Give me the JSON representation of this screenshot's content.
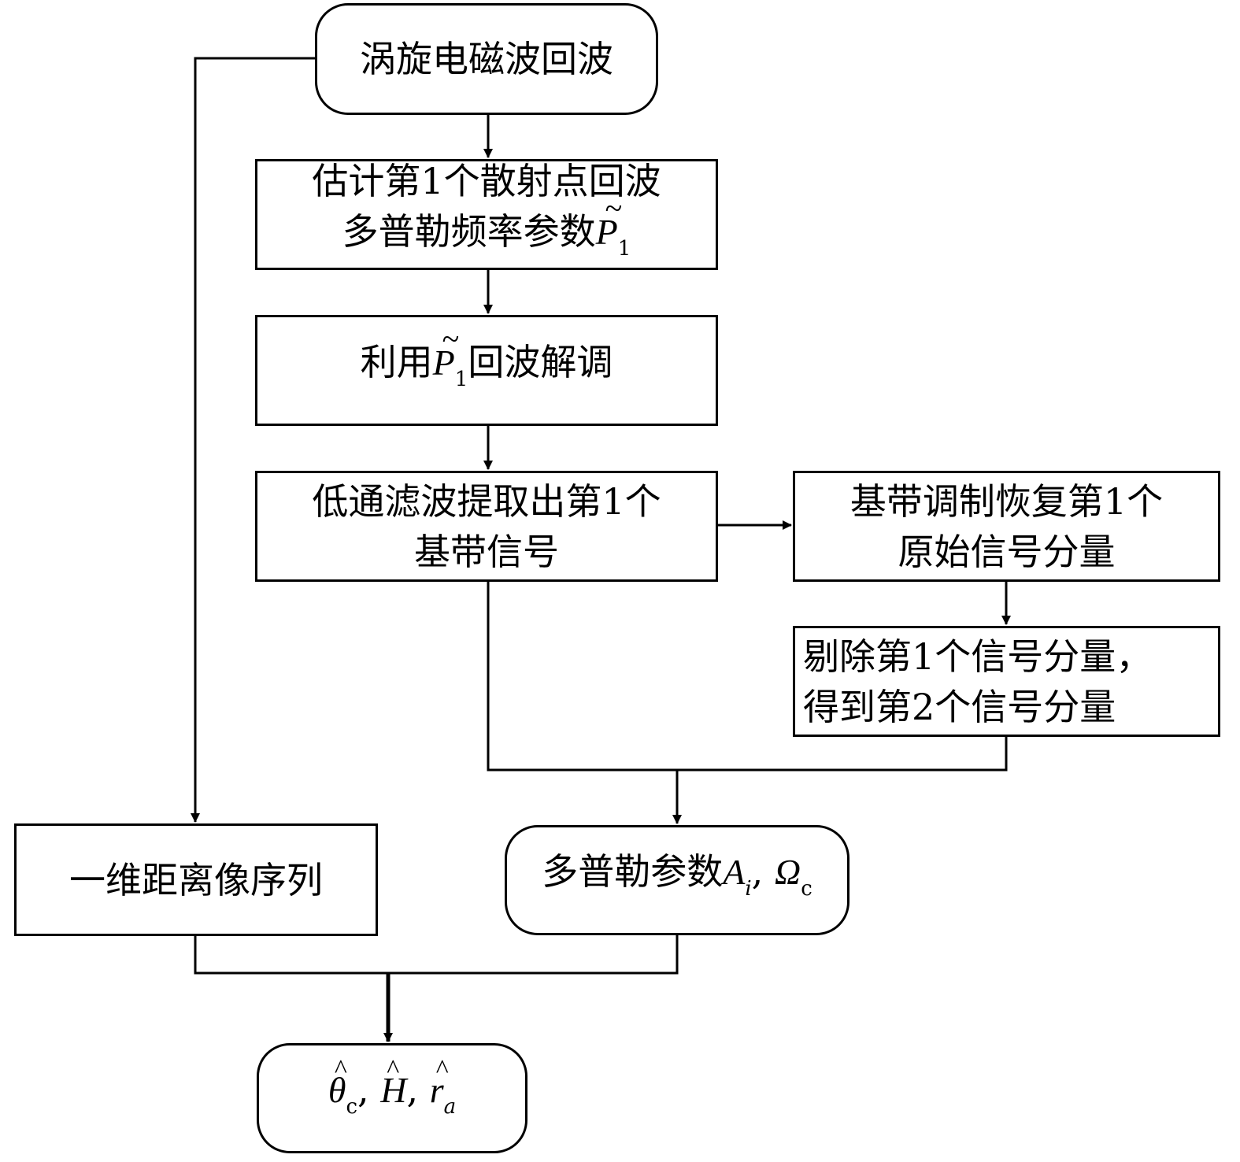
{
  "diagram": {
    "type": "flowchart",
    "nodes": {
      "start": {
        "text": "涡旋电磁波回波",
        "shape": "rounded"
      },
      "estimate": {
        "line1": "估计第1个散射点回波",
        "line2_prefix": "多普勒频率参数",
        "symbol": "P",
        "subscript": "1",
        "accent": "tilde",
        "shape": "rect"
      },
      "demod": {
        "prefix": "利用",
        "symbol": "P",
        "subscript": "1",
        "accent": "tilde",
        "suffix": "回波解调",
        "shape": "rect"
      },
      "lowpass": {
        "line1": "低通滤波提取出第1个",
        "line2": "基带信号",
        "shape": "rect"
      },
      "baseband": {
        "line1": "基带调制恢复第1个",
        "line2": "原始信号分量",
        "shape": "rect"
      },
      "remove": {
        "line1": "剔除第1个信号分量，",
        "line2": "得到第2个信号分量",
        "shape": "rect"
      },
      "range_profile": {
        "text": "一维距离像序列",
        "shape": "rect"
      },
      "doppler_params": {
        "prefix": "多普勒参数",
        "sym1": "A",
        "sub1": "i",
        "sep": ", ",
        "sym2": "Ω",
        "sub2": "c",
        "shape": "rounded"
      },
      "result": {
        "sym1": "θ",
        "sub1": "c",
        "sep1": ", ",
        "sym2": "H",
        "sep2": ", ",
        "sym3": "r",
        "sub3": "a",
        "accent": "hat",
        "shape": "rounded"
      }
    },
    "edges": [
      {
        "from": "start",
        "to": "estimate"
      },
      {
        "from": "estimate",
        "to": "demod"
      },
      {
        "from": "demod",
        "to": "lowpass"
      },
      {
        "from": "lowpass",
        "to": "baseband"
      },
      {
        "from": "baseband",
        "to": "remove"
      },
      {
        "from": "lowpass",
        "to": "doppler_params",
        "merge_with": "remove"
      },
      {
        "from": "remove",
        "to": "doppler_params",
        "merge_with": "lowpass"
      },
      {
        "from": "start",
        "to": "range_profile"
      },
      {
        "from": "range_profile",
        "to": "result",
        "merge_with": "doppler_params"
      },
      {
        "from": "doppler_params",
        "to": "result",
        "merge_with": "range_profile"
      }
    ]
  }
}
